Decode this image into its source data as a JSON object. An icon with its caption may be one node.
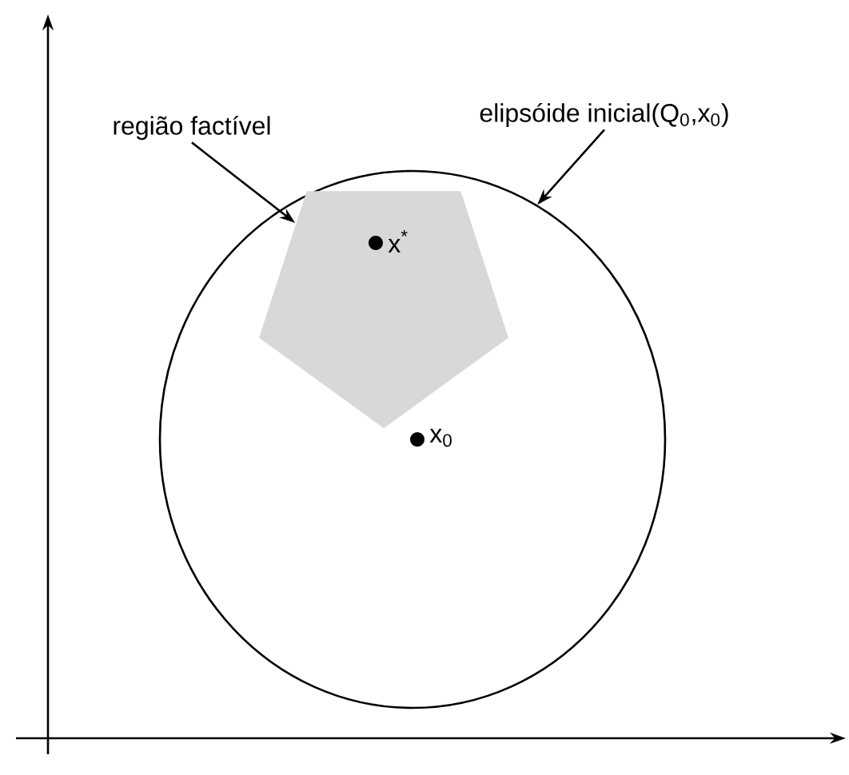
{
  "diagram": {
    "nodes": [
      {
        "text": [
          "região factível"
        ]
      },
      {
        "text": [],
        "shape": "pentagon",
        "in": 3
      },
      {
        "text": [
          "elipsóide inicial(Q$_{0}$,x$_{0}$)"
        ]
      },
      {
        "text": [],
        "shape": "circle"
      }
    ],
    "edges": [
      {
        "from": 0,
        "to": 1,
        "arrow": "to"
      },
      {
        "from": 2,
        "to": 3,
        "arrow": "to"
      }
    ],
    "labels": [
      "x$^{*}$",
      "x$_{0}$"
    ]
  }
}
